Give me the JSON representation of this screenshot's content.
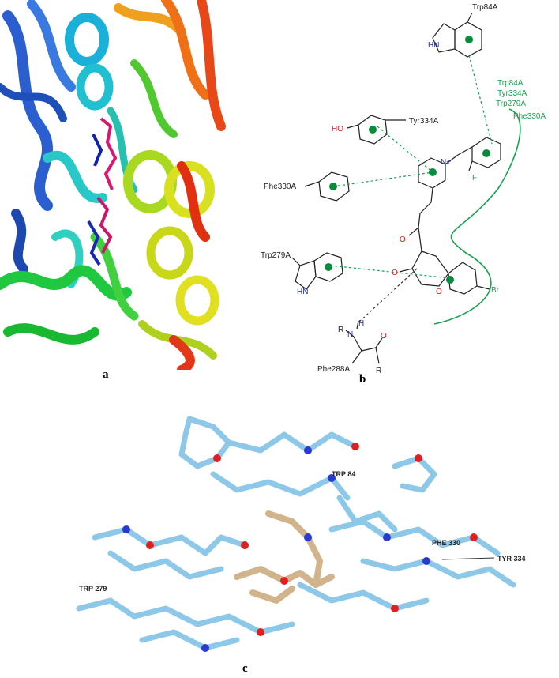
{
  "panels": {
    "a": {
      "label": "a"
    },
    "b": {
      "label": "b"
    },
    "c": {
      "label": "c"
    }
  },
  "panel_b": {
    "residues": {
      "trp84": "Trp84A",
      "tyr334": "Tyr334A",
      "phe330": "Phe330A",
      "trp279": "Trp279A",
      "phe288": "Phe288A"
    },
    "stack_labels": [
      "Trp84A",
      "Tyr334A",
      "Trp279A"
    ],
    "phe330_right": "Phe330A",
    "atoms": {
      "ho": "HO",
      "hn_top": "HN",
      "hn_bottom": "HN",
      "n_plus": "N+",
      "f": "F",
      "br": "Br",
      "o_ketone": "O",
      "o_ring_carbonyl": "O",
      "o_ring": "O",
      "r_left": "R",
      "n_amide": "N",
      "h_amide": "H",
      "o_amide": "O",
      "r_right": "R"
    },
    "colors": {
      "interaction": "#1aa050",
      "centroid": "#0a8a3c",
      "hetero_o": "#d22020",
      "hetero_n": "#2030a0",
      "halogen": "#20a040"
    }
  },
  "panel_c": {
    "labels": {
      "trp84": "TRP 84",
      "phe330": "PHE 330",
      "tyr334": "TYR 334",
      "trp279": "TRP 279"
    },
    "colors": {
      "protein": "#8ec8e8",
      "ligand": "#d2b48c",
      "oxygen": "#e02020",
      "nitrogen": "#2a3ad0"
    }
  }
}
